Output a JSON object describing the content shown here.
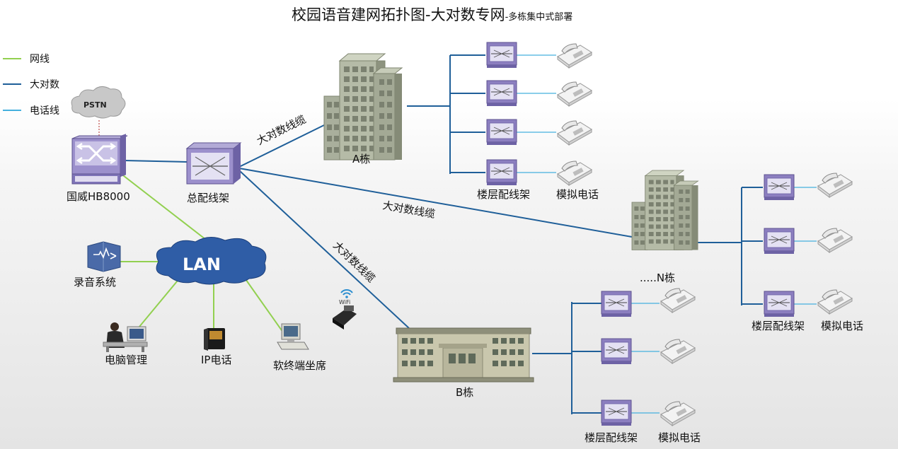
{
  "title": {
    "main": "校园语音建网拓扑图-大对数专网",
    "sub": "-多栋集中式部署"
  },
  "legend": [
    {
      "label": "网线",
      "color": "#92d050"
    },
    {
      "label": "大对数",
      "color": "#1f5f99"
    },
    {
      "label": "电话线",
      "color": "#45b0de"
    }
  ],
  "nodes": {
    "pstn": "PSTN",
    "switch": "国威HB8000",
    "main_frame": "总配线架",
    "lan": "LAN",
    "recording": "录音系统",
    "pc_management": "电脑管理",
    "ip_phone": "IP电话",
    "softphone_seat": "软终端坐席",
    "wifi": "WiFi",
    "building_a": "A栋",
    "building_b": "B栋",
    "building_n": ".....N栋",
    "floor_frame_label_a": "楼层配线架",
    "phone_label_a": "模拟电话",
    "floor_frame_label_b": "楼层配线架",
    "phone_label_b": "模拟电话",
    "floor_frame_label_n": "楼层配线架",
    "phone_label_n": "模拟电话"
  },
  "cables": {
    "to_a": "大对数线缆",
    "to_n": "大对数线缆",
    "to_b": "大对数线缆"
  },
  "colors": {
    "lan_line": "#92d050",
    "trunk_line": "#1f5f99",
    "phone_line": "#45b0de",
    "device_purple": "#8c7fc0",
    "building": "#a9af9c"
  }
}
